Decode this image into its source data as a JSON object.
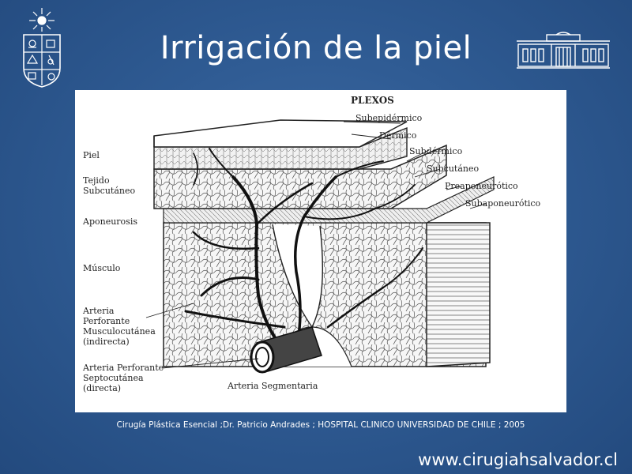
{
  "slide": {
    "title": "Irrigación de la piel",
    "caption": "Cirugía Plástica Esencial ;Dr. Patricio Andrades ; HOSPITAL CLINICO UNIVERSIDAD DE CHILE ; 2005",
    "footer": "www.cirugiahsalvador.cl"
  },
  "figure": {
    "plexos_title": "PLEXOS",
    "plexos": [
      "Subepidérmico",
      "Dérmico",
      "Subdérmico",
      "Subcutáneo",
      "Preaponeurótico",
      "Subaponeurótico"
    ],
    "left_labels": {
      "piel": "Piel",
      "tejido_1": "Tejido",
      "tejido_2": "Subcutáneo",
      "aponeurosis": "Aponeurosis",
      "musculo": "Músculo",
      "musculocutanea_1": "Arteria",
      "musculocutanea_2": "Perforante",
      "musculocutanea_3": "Musculocutánea",
      "musculocutanea_4": "(indirecta)",
      "septocutanea_1": "Arteria Perforante",
      "septocutanea_2": "Septocutánea",
      "septocutanea_3": "(directa)"
    },
    "segmentaria": "Arteria Segmentaria"
  },
  "colors": {
    "background": "#2f5b93",
    "text": "#ffffff"
  }
}
